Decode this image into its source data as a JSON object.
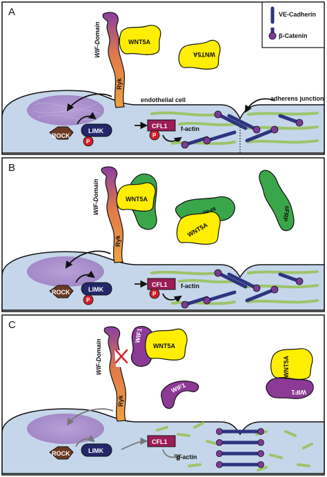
{
  "panels": [
    {
      "letter": "A"
    },
    {
      "letter": "B"
    },
    {
      "letter": "C"
    }
  ],
  "legend": {
    "ve_cadherin": "VE-Cadherin",
    "beta_catenin": "β-Catenin"
  },
  "labels": {
    "wif_domain": "WIF-Domain",
    "ryk": "Ryk",
    "wnt5a": "WNT5A",
    "rock": "ROCK",
    "limk": "LIMK",
    "cfl1": "CFL1",
    "p": "P",
    "f_actin": "f-actin",
    "g_actin": "g-actin",
    "endothelial_cell": "endothelial cell",
    "adherens_junction": "adherens junction",
    "sfrp": "sFRP",
    "wif1": "WIF1"
  },
  "colors": {
    "cell_fill": "#c5d6ea",
    "nucleus": "#a58ac6",
    "ryk": "#f0a040",
    "wif_domain": "#8a3fa0",
    "wnt5a": "#ffee00",
    "sfrp": "#3aa64a",
    "wif1": "#8c3a96",
    "rock": "#6b3a22",
    "limk": "#23286a",
    "cfl1": "#9c1d57",
    "phospho": "#d0202a",
    "actin": "#9cc46a",
    "cadherin": "#2d3480",
    "catenin": "#7a3b96",
    "inhibit_mark": "#d8202a"
  }
}
